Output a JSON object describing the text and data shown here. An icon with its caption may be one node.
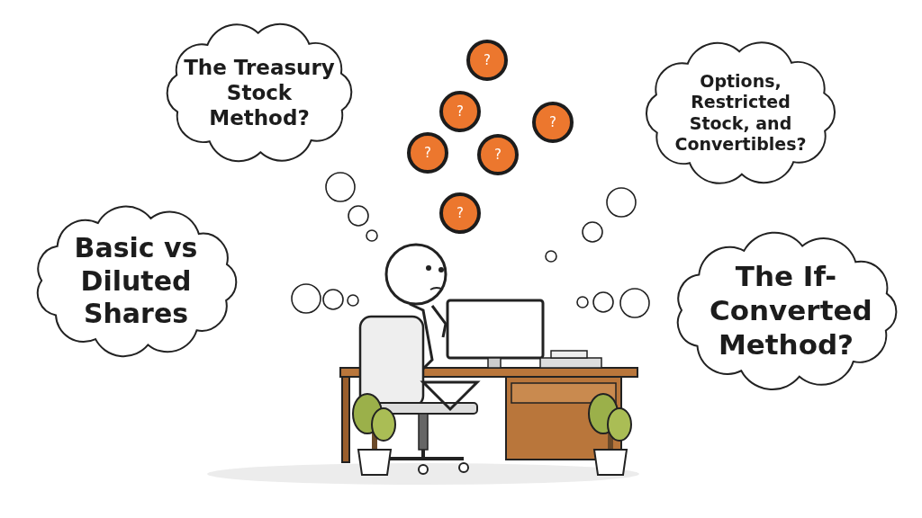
{
  "diagram": {
    "nodes": [
      {
        "text": [
          "The Treasury Stock Method?"
        ]
      },
      {
        "text": [
          "?"
        ]
      },
      {
        "text": [
          "?"
        ]
      },
      {
        "text": [
          "?"
        ]
      },
      {
        "text": [
          "?"
        ]
      },
      {
        "text": [
          "?"
        ]
      },
      {
        "text": [
          "?"
        ]
      },
      {
        "text": [
          "Options, Restricted Stock, and Convertibles?"
        ]
      },
      {
        "text": [
          "Basic vs Diluted Shares"
        ]
      },
      {
        "text": [
          "The If-Converted Method?"
        ]
      }
    ]
  }
}
